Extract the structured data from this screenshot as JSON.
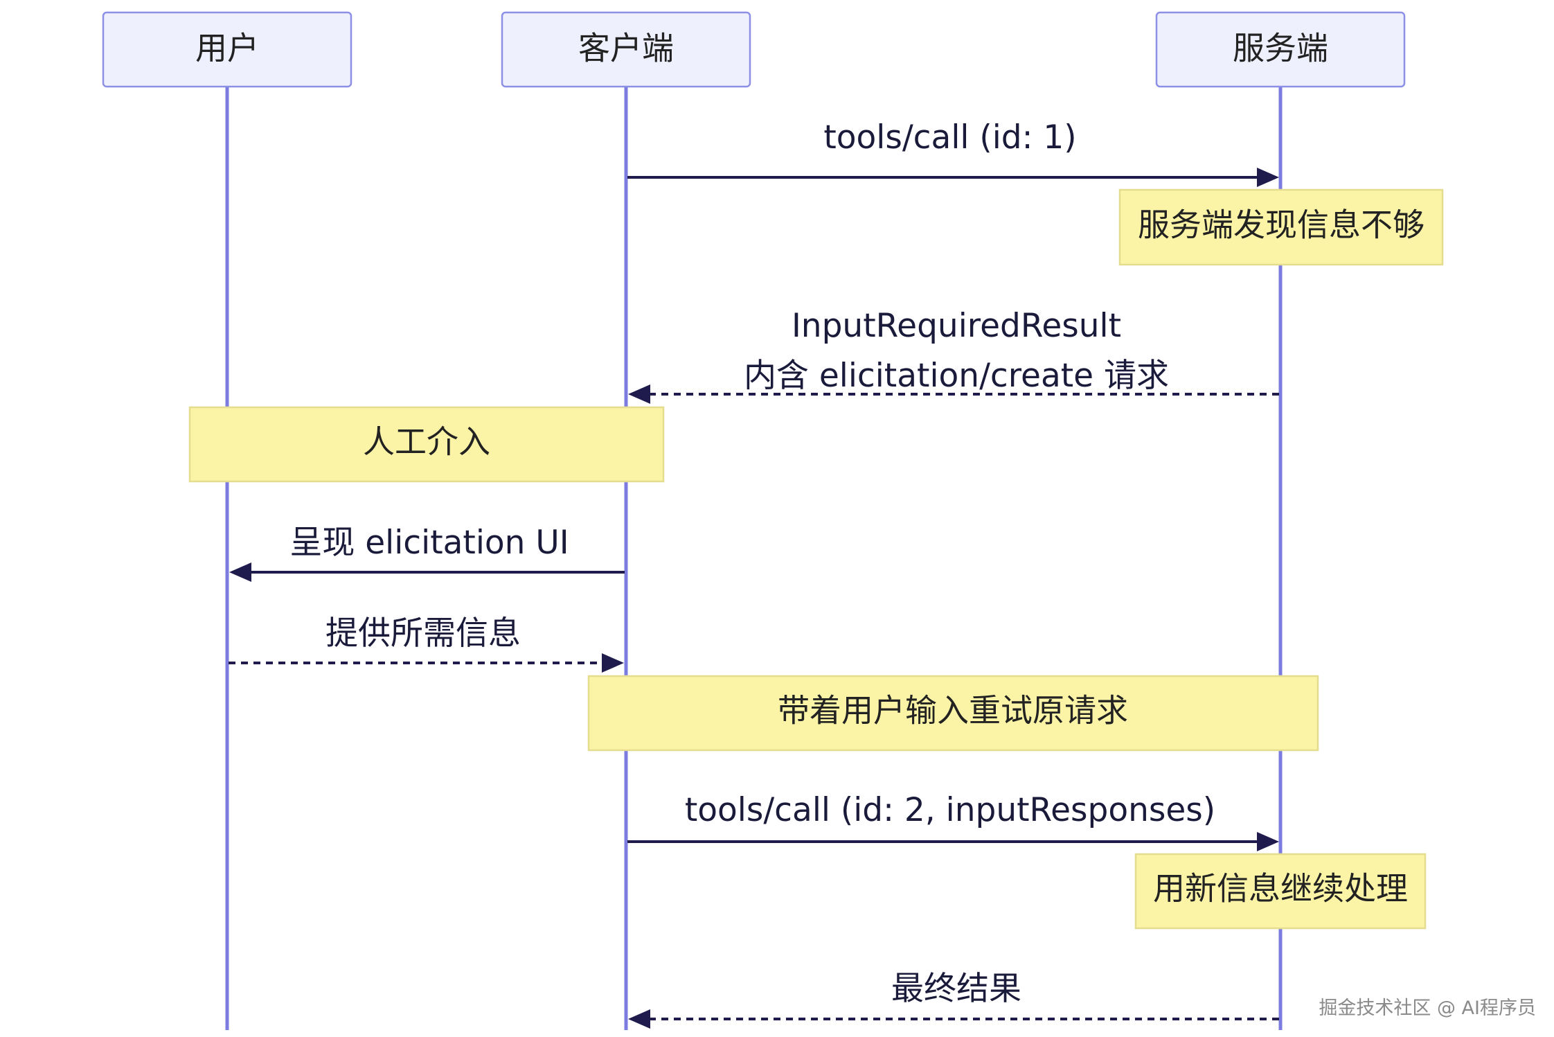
{
  "actors": {
    "user": "用户",
    "client": "客户端",
    "server": "服务端"
  },
  "messages": {
    "m1": "tools/call (id: 1)",
    "m2_line1": "InputRequiredResult",
    "m2_line2": "内含 elicitation/create 请求",
    "m3": "呈现 elicitation UI",
    "m4": "提供所需信息",
    "m5": "tools/call (id: 2, inputResponses)",
    "m6": "最终结果"
  },
  "notes": {
    "n1": "服务端发现信息不够",
    "n2": "人工介入",
    "n3": "带着用户输入重试原请求",
    "n4": "用新信息继续处理"
  },
  "watermark": "掘金技术社区 @ AI程序员",
  "colors": {
    "actor_fill": "#eef0fd",
    "actor_border": "#8c8fe5",
    "lifeline": "#7b7be0",
    "note_fill": "#fbf3a6",
    "note_border": "#e4dd8d",
    "message_line": "#1f1b4d"
  }
}
